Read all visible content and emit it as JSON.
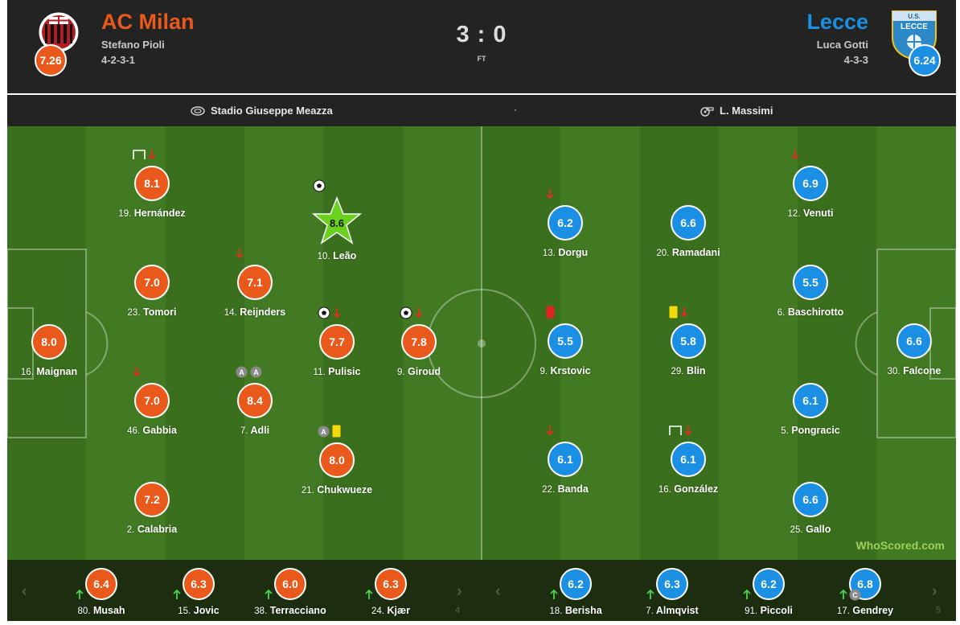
{
  "header": {
    "home": {
      "name": "AC Milan",
      "manager": "Stefano Pioli",
      "formation": "4-2-3-1",
      "rating": "7.26",
      "color": "#e8591b"
    },
    "away": {
      "name": "Lecce",
      "manager": "Luca Gotti",
      "formation": "4-3-3",
      "rating": "6.24",
      "color": "#1a8fe3"
    },
    "score": "3 : 0",
    "status": "FT"
  },
  "info": {
    "venue": "Stadio Giuseppe Meazza",
    "separator": "·",
    "referee": "L. Massimi"
  },
  "home_players": [
    {
      "num": "16.",
      "name": "Maignan",
      "rating": "8.0",
      "icons": []
    },
    {
      "num": "19.",
      "name": "Hernández",
      "rating": "8.1",
      "icons": [
        "goal-frame-icon",
        "sub-off-arrow-icon"
      ]
    },
    {
      "num": "23.",
      "name": "Tomori",
      "rating": "7.0",
      "icons": []
    },
    {
      "num": "46.",
      "name": "Gabbia",
      "rating": "7.0",
      "icons": [
        "sub-off-arrow-icon"
      ]
    },
    {
      "num": "2.",
      "name": "Calabria",
      "rating": "7.2",
      "icons": []
    },
    {
      "num": "14.",
      "name": "Reijnders",
      "rating": "7.1",
      "icons": [
        "sub-off-arrow-icon"
      ]
    },
    {
      "num": "7.",
      "name": "Adli",
      "rating": "8.4",
      "icons": [
        "assist-icon",
        "assist-icon"
      ]
    },
    {
      "num": "10.",
      "name": "Leão",
      "rating": "8.6",
      "icons": [
        "goal-ball-icon"
      ],
      "motm": true
    },
    {
      "num": "11.",
      "name": "Pulisic",
      "rating": "7.7",
      "icons": [
        "goal-ball-icon",
        "sub-off-arrow-icon"
      ]
    },
    {
      "num": "21.",
      "name": "Chukwueze",
      "rating": "8.0",
      "icons": [
        "assist-icon",
        "yellow-card-icon"
      ]
    },
    {
      "num": "9.",
      "name": "Giroud",
      "rating": "7.8",
      "icons": [
        "goal-ball-icon",
        "sub-off-arrow-icon"
      ]
    }
  ],
  "away_players": [
    {
      "num": "13.",
      "name": "Dorgu",
      "rating": "6.2",
      "icons": [
        "sub-off-arrow-icon"
      ]
    },
    {
      "num": "9.",
      "name": "Krstovic",
      "rating": "5.5",
      "icons": [
        "red-card-icon"
      ]
    },
    {
      "num": "22.",
      "name": "Banda",
      "rating": "6.1",
      "icons": [
        "sub-off-arrow-icon"
      ]
    },
    {
      "num": "20.",
      "name": "Ramadani",
      "rating": "6.6",
      "icons": []
    },
    {
      "num": "29.",
      "name": "Blin",
      "rating": "5.8",
      "icons": [
        "yellow-card-icon",
        "sub-off-arrow-icon"
      ]
    },
    {
      "num": "16.",
      "name": "González",
      "rating": "6.1",
      "icons": [
        "goal-frame-icon",
        "sub-off-arrow-icon"
      ]
    },
    {
      "num": "12.",
      "name": "Venuti",
      "rating": "6.9",
      "icons": [
        "sub-off-arrow-icon"
      ]
    },
    {
      "num": "6.",
      "name": "Baschirotto",
      "rating": "5.5",
      "icons": []
    },
    {
      "num": "5.",
      "name": "Pongracic",
      "rating": "6.1",
      "icons": []
    },
    {
      "num": "25.",
      "name": "Gallo",
      "rating": "6.6",
      "icons": []
    },
    {
      "num": "30.",
      "name": "Falcone",
      "rating": "6.6",
      "icons": []
    }
  ],
  "home_subs": [
    {
      "num": "80.",
      "name": "Musah",
      "rating": "6.4"
    },
    {
      "num": "15.",
      "name": "Jovic",
      "rating": "6.3"
    },
    {
      "num": "38.",
      "name": "Terracciano",
      "rating": "6.0"
    },
    {
      "num": "24.",
      "name": "Kjær",
      "rating": "6.3"
    }
  ],
  "away_subs": [
    {
      "num": "18.",
      "name": "Berisha",
      "rating": "6.2"
    },
    {
      "num": "7.",
      "name": "Almqvist",
      "rating": "6.3"
    },
    {
      "num": "91.",
      "name": "Piccoli",
      "rating": "6.2"
    },
    {
      "num": "17.",
      "name": "Gendrey",
      "rating": "6.8",
      "icons": [
        "captain-icon"
      ]
    }
  ],
  "subs_partial": {
    "home_next": "4",
    "away_next": "5"
  },
  "watermark": "WhoScored.com"
}
